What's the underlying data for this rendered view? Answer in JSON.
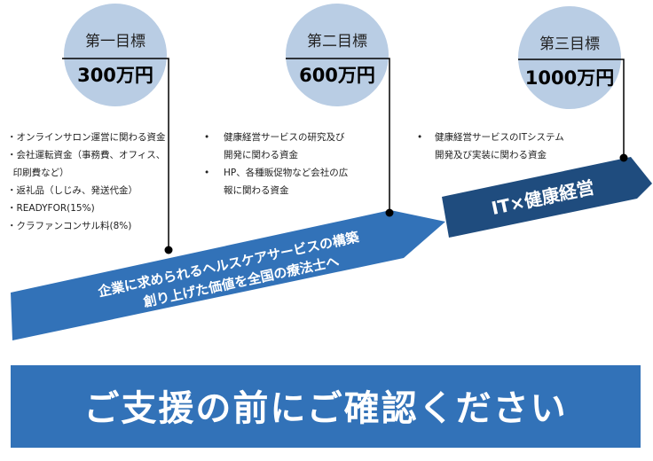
{
  "goals": [
    {
      "label": "第一目標",
      "amount": "300万円",
      "items": [
        "・オンラインサロン運営に関わる資金",
        "・会社運転資金（事務費、オフィス、",
        "  印刷費など）",
        "・返礼品（しじみ、発送代金）",
        "・READYFOR(15%)",
        "・クラファンコンサル料(8%)"
      ]
    },
    {
      "label": "第二目標",
      "amount": "600万円",
      "items": [
        "健康経営サービスの研究及び",
        "開発に関わる資金",
        "HP、各種販促物など会社の広",
        "報に関わる資金"
      ]
    },
    {
      "label": "第三目標",
      "amount": "1000万円",
      "items": [
        "健康経営サービスのITシステム",
        "開発及び実装に関わる資金"
      ]
    }
  ],
  "arrow_main": {
    "line1": "企業に求められるヘルスケアサービスの構築",
    "line2": "創り上げた価値を全国の療法士へ"
  },
  "arrow_it": {
    "label": "IT×健康経営"
  },
  "banner": {
    "label": "ご支援の前にご確認ください"
  },
  "colors": {
    "circle": "#b9cde4",
    "arrow_main": "#3272b8",
    "arrow_it": "#1f4c7e",
    "banner": "#3272b8"
  }
}
